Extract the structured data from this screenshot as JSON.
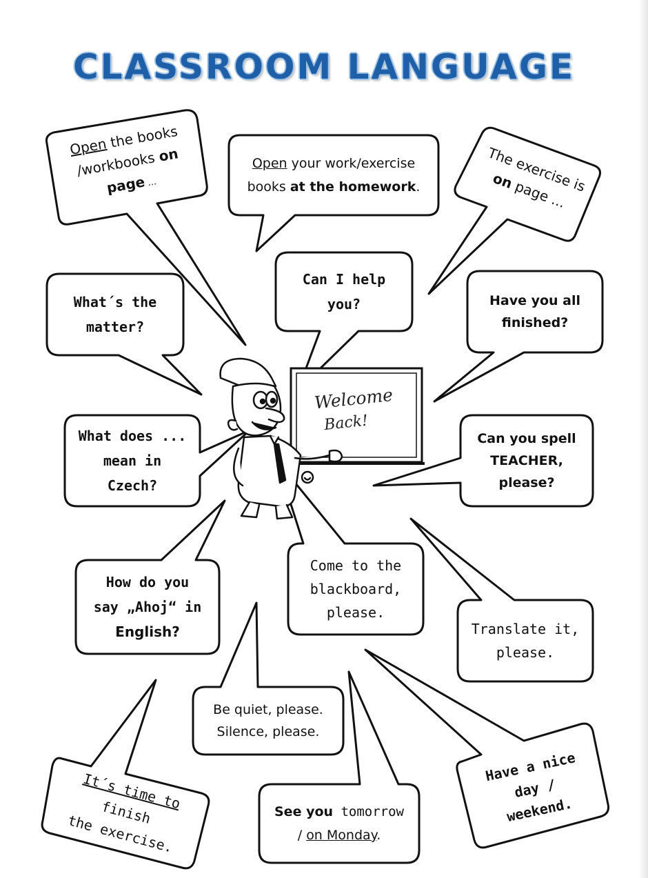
{
  "title": "CLASSROOM LANGUAGE",
  "board": {
    "line1": "Welcome",
    "line2": "Back!"
  },
  "bubbles": {
    "open_books": {
      "w1": "Open",
      "w2": " the books",
      "w3": "/workbooks ",
      "w4": "on",
      "w5": "page",
      "w6": " ..."
    },
    "open_work": {
      "w1": "Open",
      "w2": " your work/exercise",
      "w3": "books ",
      "w4": "at the homework",
      "w5": "."
    },
    "exercise_page": {
      "line1": "The exercise is",
      "w1": "on",
      "w2": " page ..."
    },
    "whats_matter": {
      "line1": "What´s the",
      "line2": "matter?"
    },
    "can_help": {
      "line1": "Can I help",
      "line2": "you?"
    },
    "finished": {
      "line1": "Have you all",
      "line2": "finished?"
    },
    "what_does": {
      "line1": "What does ...",
      "line2": "mean in",
      "line3": "Czech?"
    },
    "spell": {
      "line1": "Can you spell",
      "line2": "TEACHER,",
      "line3": "please?"
    },
    "how_say": {
      "line1": "How do you",
      "line2": "say „Ahoj“ in",
      "line3": "English?"
    },
    "blackboard": {
      "line1": "Come to the",
      "line2": "blackboard,",
      "line3": "please."
    },
    "translate": {
      "line1": "Translate it,",
      "line2": "please."
    },
    "quiet": {
      "line1": "Be quiet, please.",
      "line2": "Silence, please."
    },
    "time_finish": {
      "w1": "It´s time to",
      "w2": " finish",
      "line2": "the exercise."
    },
    "see_you": {
      "w1": "See you",
      "w2": " tomorrow",
      "w3": "/ ",
      "w4": "on Monday",
      "w5": "."
    },
    "nice_day": {
      "line1": "Have a nice",
      "line2": "day /",
      "line3": "weekend."
    }
  }
}
